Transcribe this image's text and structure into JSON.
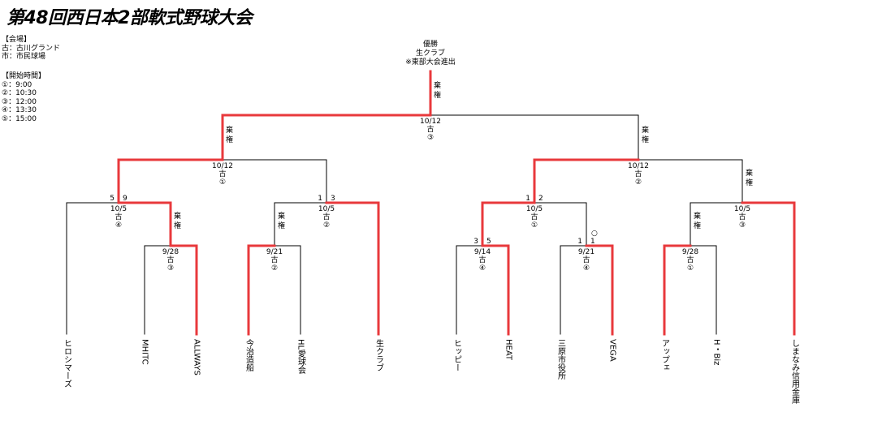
{
  "title": "第48回西日本2部軟式野球大会",
  "legend": {
    "venue_header": "【会場】",
    "venues": [
      "古：古川グランド",
      "市：市民球場"
    ],
    "time_header": "【開始時間】",
    "times": [
      "①：9:00",
      "②：10:30",
      "③：12:00",
      "④：13:30",
      "⑤：15:00"
    ]
  },
  "winner": {
    "label": "優勝",
    "team": "生クラブ",
    "note": "※東部大会進出"
  },
  "colors": {
    "winner_line": "#e8393c",
    "line": "#000000"
  },
  "teams": [
    "ヒロシマーズ",
    "MHITC",
    "ALLWAYS",
    "今治造船",
    "HL愛球会",
    "生クラブ",
    "ヒッピー",
    "HEAT",
    "三原市役所",
    "VEGA",
    "アップェ",
    "H・Biz",
    "しまなみ信用金庫"
  ],
  "matches": {
    "r1_1": {
      "date": "9/28",
      "venue": "古",
      "slot": "③",
      "left_note": "棄",
      "right_note": "権"
    },
    "r1_2": {
      "date": "9/21",
      "venue": "古",
      "slot": "②",
      "left_note": "棄",
      "right_note": "権"
    },
    "r1_3": {
      "date": "9/14",
      "venue": "古",
      "slot": "④",
      "left_score": "3",
      "right_score": "5"
    },
    "r1_4": {
      "date": "9/21",
      "venue": "古",
      "slot": "④",
      "left_score": "1",
      "right_score": "1",
      "tiebreak": "○"
    },
    "r1_5": {
      "date": "9/28",
      "venue": "古",
      "slot": "①",
      "left_note": "棄",
      "right_note": "権"
    },
    "qf_1": {
      "date": "10/5",
      "venue": "古",
      "slot": "④",
      "left_score": "5",
      "right_score": "9"
    },
    "qf_2": {
      "date": "10/5",
      "venue": "古",
      "slot": "②",
      "left_score": "1",
      "right_score": "3"
    },
    "qf_3": {
      "date": "10/5",
      "venue": "古",
      "slot": "①",
      "left_score": "1",
      "right_score": "2"
    },
    "qf_4": {
      "date": "10/5",
      "venue": "古",
      "slot": "③",
      "left_note": "棄",
      "right_note": "権"
    },
    "sf_1": {
      "date": "10/12",
      "venue": "古",
      "slot": "①",
      "left_note": "棄",
      "right_note": "権"
    },
    "sf_2": {
      "date": "10/12",
      "venue": "古",
      "slot": "②",
      "left_note": "棄",
      "right_note": "権"
    },
    "final": {
      "date": "10/12",
      "venue": "古",
      "slot": "③",
      "left_note": "棄",
      "right_note": "権"
    }
  }
}
